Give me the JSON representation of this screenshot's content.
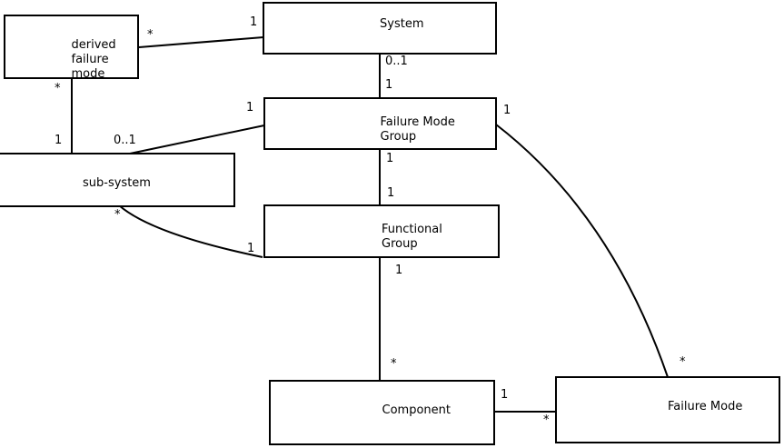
{
  "diagram": {
    "type": "uml-class-diagram",
    "background_color": "#ffffff",
    "stroke_color": "#000000"
  },
  "nodes": {
    "derived_failure_mode": {
      "label": "derived\nfailure\nmode"
    },
    "system": {
      "label": "System"
    },
    "failure_mode_group": {
      "label": "Failure Mode\nGroup"
    },
    "sub_system": {
      "label": "sub-system"
    },
    "functional_group": {
      "label": "Functional\nGroup"
    },
    "component": {
      "label": "Component"
    },
    "failure_mode": {
      "label": "Failure Mode"
    }
  },
  "associations": {
    "system__derived_failure_mode": {
      "system_end": "1",
      "derived_end": "*"
    },
    "derived_failure_mode__sub_system": {
      "derived_end": "*",
      "sub_system_end": "1"
    },
    "sub_system__failure_mode_group": {
      "sub_system_end": "0..1",
      "group_end": "1"
    },
    "system__failure_mode_group": {
      "system_end": "0..1",
      "group_end": "1"
    },
    "failure_mode_group__functional_group": {
      "group_end": "1",
      "functional_end": "1"
    },
    "functional_group__component": {
      "functional_end": "1",
      "component_end": "*"
    },
    "sub_system__functional_group": {
      "sub_system_end": "*",
      "functional_end": "1"
    },
    "failure_mode_group__failure_mode": {
      "group_end": "1",
      "failure_mode_end": "*"
    },
    "component__failure_mode": {
      "component_end": "1",
      "failure_mode_end": "*"
    }
  }
}
